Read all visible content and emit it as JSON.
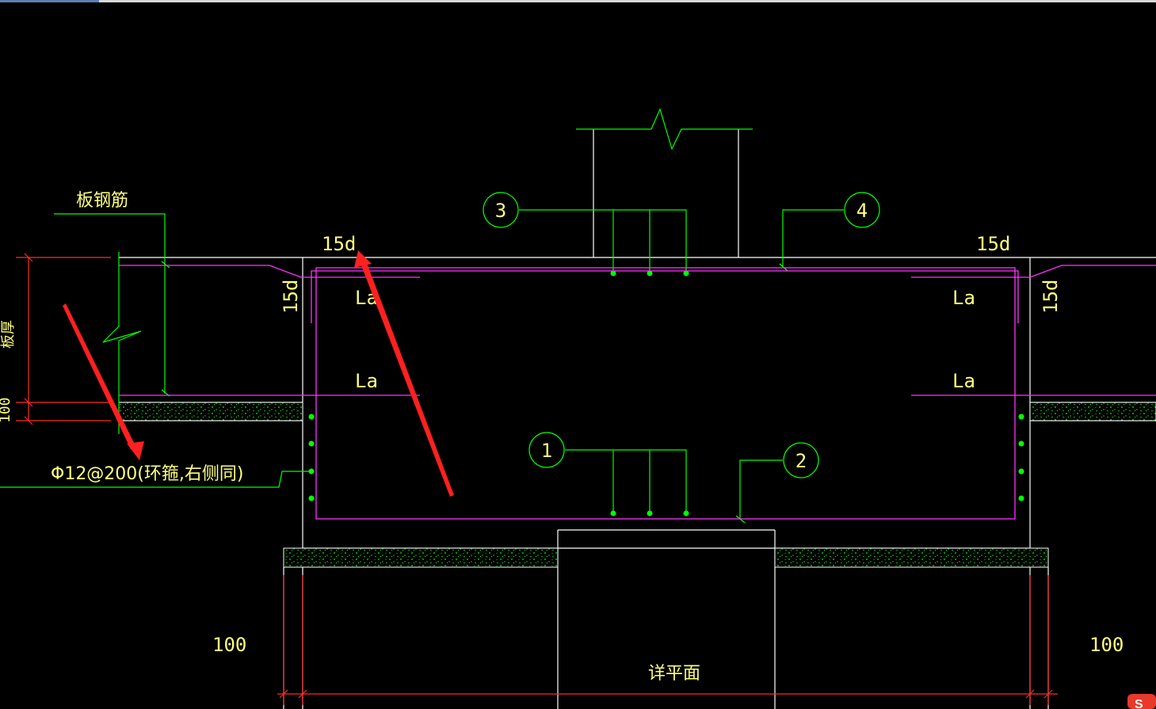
{
  "labels": {
    "slab_rebar": "板钢筋",
    "slab_thickness": "板厚",
    "bottom_dim": "100",
    "stirrup_note": "Φ12@200(环箍,右侧同)",
    "len_15d_left": "15d",
    "len_15d_right": "15d",
    "len_15d_vert_left": "15d",
    "len_15d_vert_right": "15d",
    "la_top_left": "La",
    "la_top_right": "La",
    "la_bot_left": "La",
    "la_bot_right": "La",
    "dim_100_left": "100",
    "dim_100_right": "100",
    "detail_plan": "详平面",
    "corner_logo": "S"
  },
  "bubbles": [
    "1",
    "2",
    "3",
    "4"
  ],
  "colors": {
    "background": "#000000",
    "outline": "#ffffff",
    "rebar": "#ff33ff",
    "leader": "#00ff00",
    "text": "#ffff7f",
    "dimension": "#ff2a2a",
    "arrow": "#ff2020"
  }
}
